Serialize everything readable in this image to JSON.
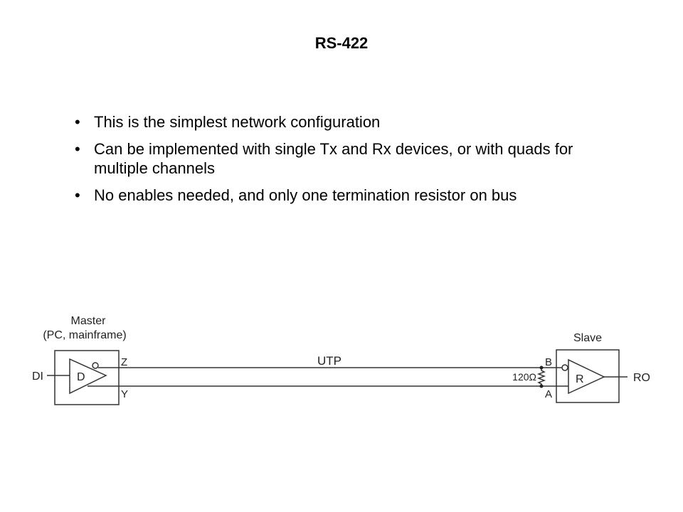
{
  "slide": {
    "title": "RS-422",
    "bullet_glyph": "•",
    "bullets": [
      "This is the simplest network configuration",
      "Can be implemented with single Tx and Rx devices, or with quads for multiple channels",
      "No enables needed, and only one termination resistor on bus"
    ]
  },
  "diagram": {
    "master_label_line1": "Master",
    "master_label_line2": "(PC, mainframe)",
    "slave_label": "Slave",
    "driver_label": "D",
    "receiver_label": "R",
    "input_label": "DI",
    "output_label": "RO",
    "pin_z": "Z",
    "pin_y": "Y",
    "pin_b": "B",
    "pin_a": "A",
    "cable_label": "UTP",
    "termination_label": "120Ω"
  }
}
